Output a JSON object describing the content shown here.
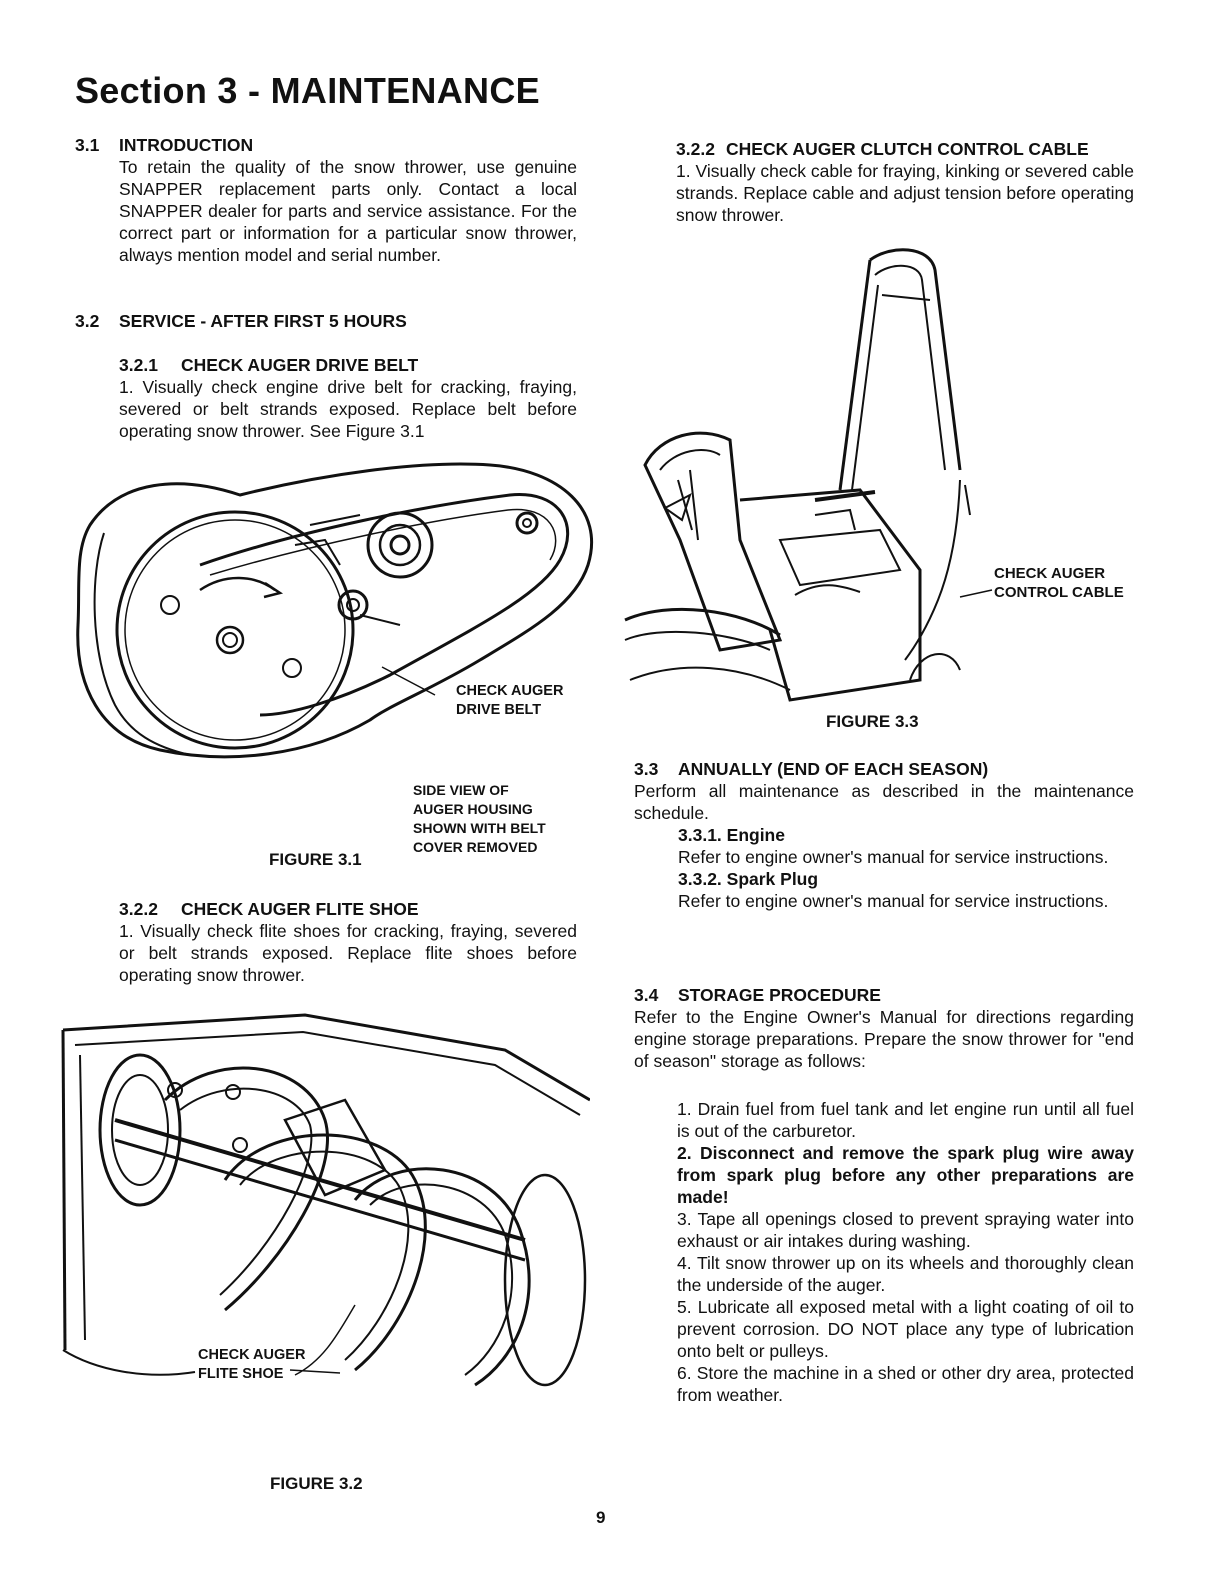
{
  "page": {
    "title": "Section 3 - MAINTENANCE",
    "page_number": "9"
  },
  "left": {
    "s31_num": "3.1",
    "s31_head": "INTRODUCTION",
    "s31_body": "To retain the quality of the snow thrower, use genuine SNAPPER replacement parts only. Contact a local SNAPPER dealer for parts and service assistance. For the correct part or information for a particular snow thrower, always mention model and serial number.",
    "s32_num": "3.2",
    "s32_head": "SERVICE - AFTER FIRST 5 HOURS",
    "s321_num": "3.2.1",
    "s321_head": "CHECK AUGER DRIVE BELT",
    "s321_body": "1. Visually check engine drive belt for cracking, fraying, severed or belt strands exposed. Replace belt before operating snow thrower. See Figure 3.1",
    "fig31_callout_1": "CHECK AUGER",
    "fig31_callout_2": "DRIVE BELT",
    "fig31_note_1": "SIDE VIEW OF",
    "fig31_note_2": "AUGER HOUSING",
    "fig31_note_3": "SHOWN WITH BELT",
    "fig31_note_4": "COVER REMOVED",
    "fig31_caption": "FIGURE 3.1",
    "s322_num": "3.2.2",
    "s322_head": "CHECK AUGER FLITE SHOE",
    "s322_body": "1. Visually check flite shoes for cracking, fraying, severed or belt strands exposed. Replace flite shoes before operating snow thrower.",
    "fig32_callout_1": "CHECK AUGER",
    "fig32_callout_2": "FLITE SHOE",
    "fig32_caption": "FIGURE 3.2"
  },
  "right": {
    "s322b_num": "3.2.2",
    "s322b_head": "CHECK AUGER CLUTCH CONTROL CABLE",
    "s322b_body": "1. Visually check cable for fraying, kinking or severed cable strands. Replace cable and adjust tension before operating snow thrower.",
    "fig33_callout_1": "CHECK AUGER",
    "fig33_callout_2": "CONTROL CABLE",
    "fig33_caption": "FIGURE 3.3",
    "s33_num": "3.3",
    "s33_head": "ANNUALLY (END OF EACH SEASON)",
    "s33_body": "Perform all maintenance as described in the maintenance schedule.",
    "s331_head": "3.3.1. Engine",
    "s331_body": "Refer to engine owner's manual for service instructions.",
    "s332_head": "3.3.2. Spark Plug",
    "s332_body": "Refer to engine owner's manual for service instructions.",
    "s34_num": "3.4",
    "s34_head": "STORAGE PROCEDURE",
    "s34_body": "Refer to the Engine Owner's Manual for directions regarding engine storage preparations. Prepare the snow thrower for \"end of season\" storage as follows:",
    "steps": [
      "1. Drain fuel from fuel tank and let engine run until all fuel is out of the carburetor.",
      "2. Disconnect and remove the spark plug wire away from spark plug before any other preparations are made!",
      "3. Tape all openings closed to prevent spraying water into exhaust or air intakes during washing.",
      "4. Tilt snow thrower up on its wheels and thoroughly clean the underside of the auger.",
      "5. Lubricate all exposed metal with a light coating of oil to prevent corrosion. DO NOT place any type of lubrication onto belt or pulleys.",
      "6. Store the machine in a shed or other dry area, protected from weather."
    ]
  }
}
